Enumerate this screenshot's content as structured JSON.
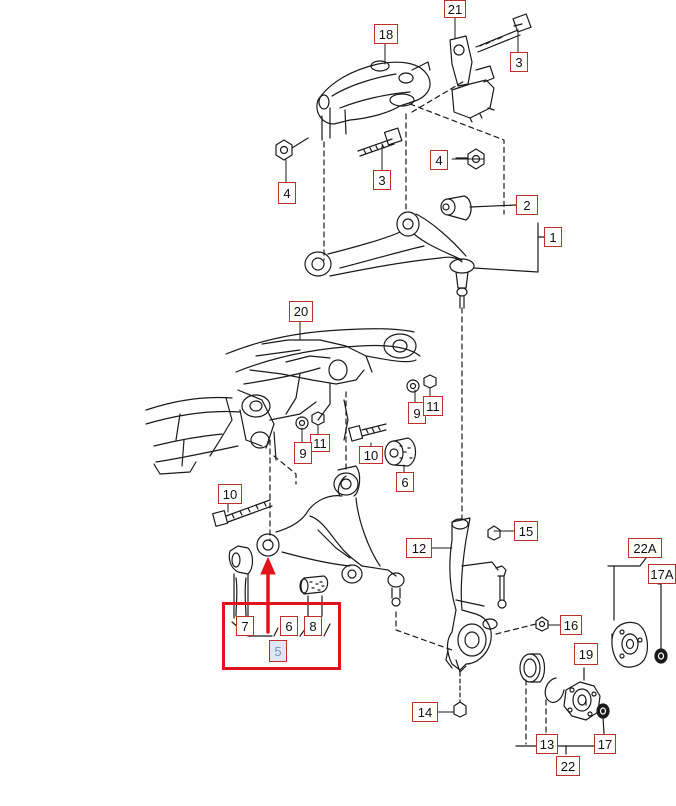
{
  "colors": {
    "line": "#1a1a1a",
    "callout_border": "#c0302b",
    "highlight": "#e0141a",
    "selected_fill": "#dde6f5",
    "selected_text": "#7d8fb5"
  },
  "selected_part": "5",
  "callouts": {
    "c21": "21",
    "c18": "18",
    "c3a": "3",
    "c4a": "4",
    "c4b": "4",
    "c3b": "3",
    "c2": "2",
    "c1": "1",
    "c20": "20",
    "c9a": "9",
    "c11a": "11",
    "c11b": "11",
    "c9b": "9",
    "c10a": "10",
    "c6a": "6",
    "c10b": "10",
    "c15": "15",
    "c12": "12",
    "c22a": "22A",
    "c17a": "17A",
    "c7": "7",
    "c6b": "6",
    "c8": "8",
    "c5": "5",
    "c16": "16",
    "c19": "19",
    "c14": "14",
    "c13": "13",
    "c17": "17",
    "c22": "22"
  }
}
